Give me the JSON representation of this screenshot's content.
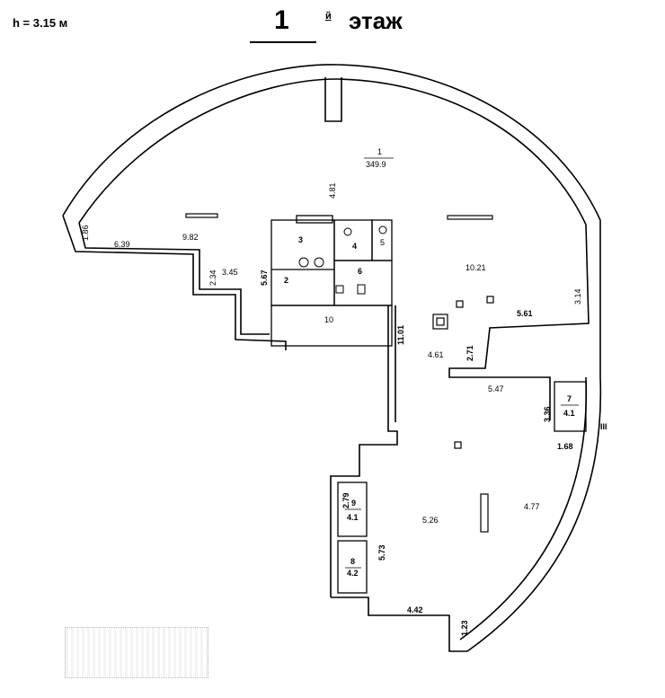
{
  "header": {
    "height": "h = 3.15 м",
    "floor_number": "1",
    "floor_suffix": "й",
    "floor_word": "этаж"
  },
  "rooms": {
    "main": {
      "number": "1",
      "area": "349.9"
    },
    "r2": "2",
    "r3": "3",
    "r4": "4",
    "r5": "5",
    "r6": "6",
    "r7": {
      "number": "7",
      "area": "4.1"
    },
    "r8": {
      "number": "8",
      "area": "4.2"
    },
    "r9": {
      "number": "9",
      "area": "4.1"
    },
    "r10": "10"
  },
  "dimensions": {
    "d1_86": "1.86",
    "d6_39": "6.39",
    "d9_82": "9.82",
    "d4_81": "4.81",
    "d2_34": "2.34",
    "d3_45": "3.45",
    "d5_67": "5.67",
    "d10_21": "10.21",
    "d3_14": "3.14",
    "d5_61": "5.61",
    "d11_01": "11.01",
    "d4_61": "4.61",
    "d2_71": "2.71",
    "d5_47": "5.47",
    "d3_36": "3.36",
    "d1_68": "1.68",
    "d2_79": "2.79",
    "d5_26": "5.26",
    "d4_77": "4.77",
    "d5_73": "5.73",
    "d4_42": "4.42",
    "d1_23": "1.23"
  },
  "markers": {
    "section": "III"
  }
}
